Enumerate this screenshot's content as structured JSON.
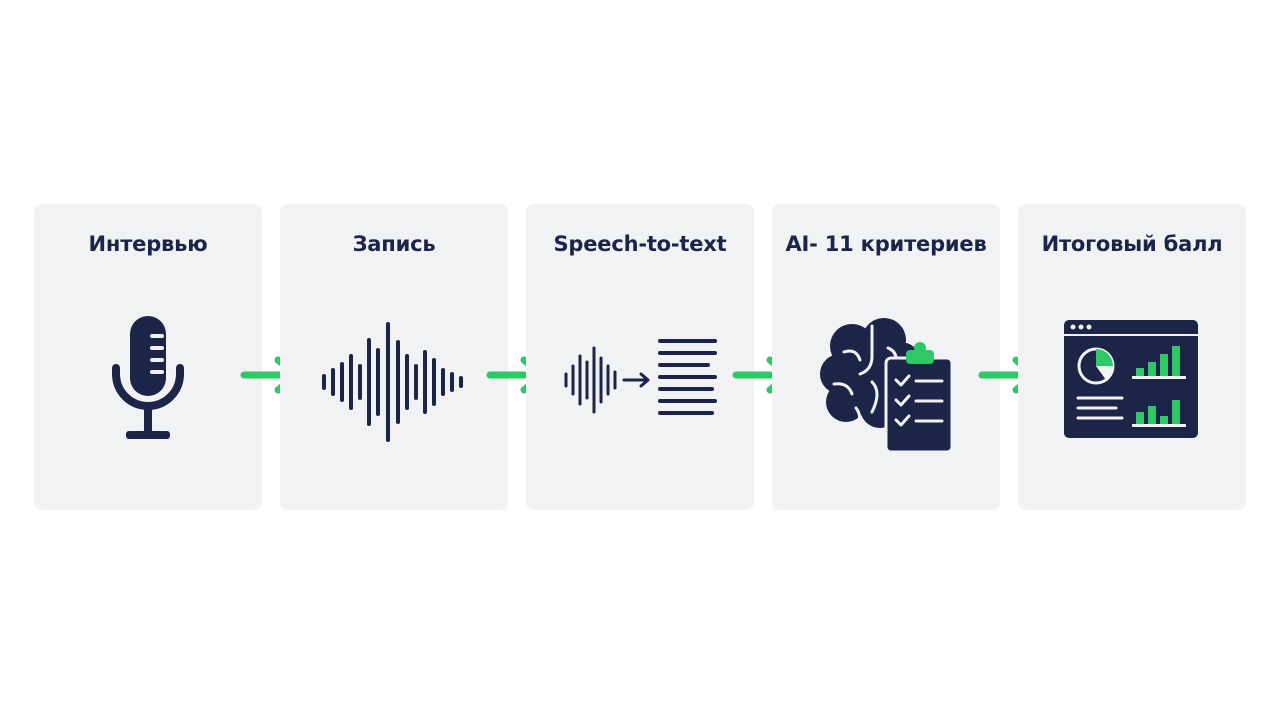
{
  "colors": {
    "card_background": "#f0f2f4",
    "icon_navy": "#1c2447",
    "accent_green": "#2ec866"
  },
  "steps": [
    {
      "label": "Интервью",
      "icon": "microphone-icon"
    },
    {
      "label": "Запись",
      "icon": "sound-wave-icon"
    },
    {
      "label": "Speech-to-text",
      "icon": "speech-to-text-icon"
    },
    {
      "label": "AI- 11 критериев",
      "icon": "brain-checklist-icon"
    },
    {
      "label": "Итоговый балл",
      "icon": "dashboard-icon"
    }
  ],
  "connector_icon": "arrow-right-icon"
}
